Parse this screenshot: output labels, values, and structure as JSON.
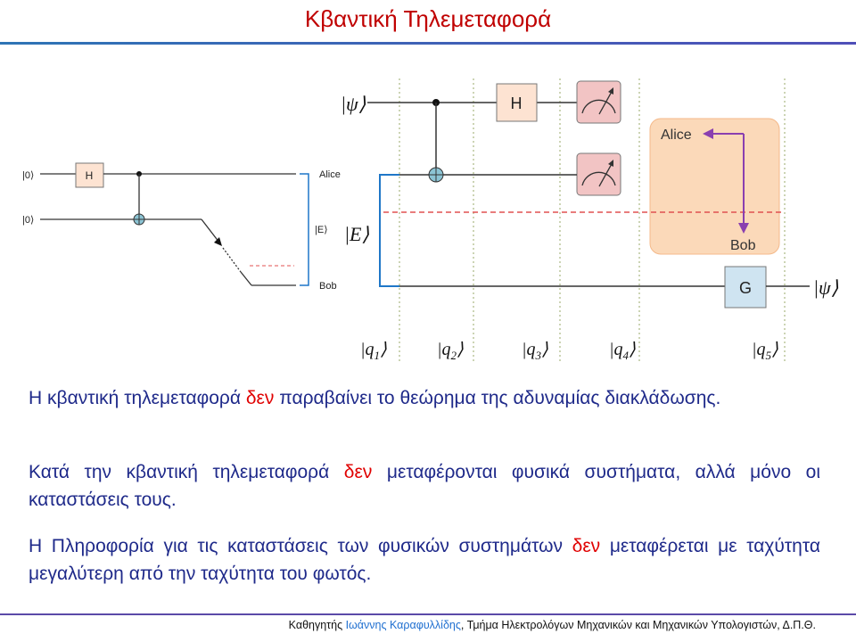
{
  "title": "Κβαντική Τηλεμεταφορά",
  "left_circuit": {
    "inputs": [
      "|0⟩",
      "|0⟩"
    ],
    "gate": "H",
    "labels": {
      "alice": "Alice",
      "epr": "|E⟩",
      "bob": "Bob"
    }
  },
  "right_circuit": {
    "input_state": "|ψ⟩",
    "epr_state": "|E⟩",
    "gate_h": "H",
    "gate_g": "G",
    "output_state": "|ψ⟩",
    "alice_label": "Alice",
    "bob_label": "Bob",
    "stages": [
      {
        "base": "|q",
        "sub": "1"
      },
      {
        "base": "|q",
        "sub": "2"
      },
      {
        "base": "|q",
        "sub": "3"
      },
      {
        "base": "|q",
        "sub": "4"
      },
      {
        "base": "|q",
        "sub": "5"
      }
    ]
  },
  "paragraphs": {
    "p1": {
      "before": "Η κβαντική τηλεμεταφορά",
      "neg": "δεν",
      "after": "παραβαίνει το θεώρημα της αδυναμίας διακλάδωσης."
    },
    "p2": {
      "before": "Κατά την κβαντική τηλεμεταφορά",
      "neg": "δεν",
      "after": "μεταφέρονται φυσικά συστήματα, αλλά μόνο οι καταστάσεις τους."
    },
    "p3": {
      "before": "Η Πληροφορία για τις καταστάσεις των φυσικών συστημάτων",
      "neg": "δεν",
      "after": "μεταφέρεται με ταχύτητα μεγαλύτερη από την ταχύτητα του φωτός."
    }
  },
  "footer": {
    "prefix": "Καθηγητής",
    "name": "Ιωάννης Καραφυλλίδης",
    "rest": ", Τμήμα Ηλεκτρολόγων Μηχανικών και Μηχανικών Υπολογιστών, Δ.Π.Θ."
  },
  "colors": {
    "title": "#c00000",
    "body_text": "#1f2a8a",
    "negation": "#e00000",
    "footer_name": "#1f6fd0",
    "epr_line": "#1f77c8",
    "alice_bob_box": "#fbd9b9",
    "arrow": "#8a3fb0",
    "dashed_separator": "#e05050",
    "stage_dividers": "#9aa86a",
    "h_gate": "#fde3d2",
    "meter": "#f2c4c4",
    "g_gate": "#cfe4f1",
    "cnot": "#8cc4d4"
  }
}
